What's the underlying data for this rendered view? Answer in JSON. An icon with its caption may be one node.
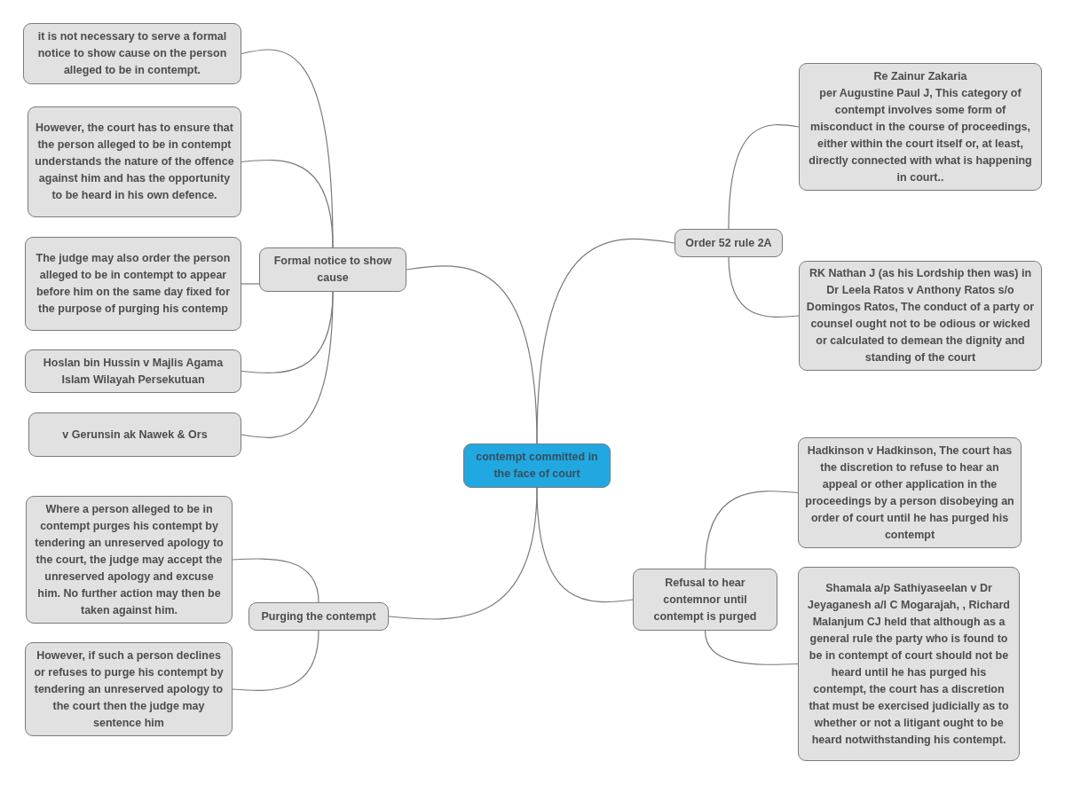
{
  "diagram": {
    "nodes": [
      {
        "text": [
          "contempt committed in the face of court"
        ]
      },
      {
        "text": [
          "Formal notice to show cause"
        ]
      },
      {
        "text": [
          "it is not necessary to serve a formal notice to show cause on the person alleged to be in contempt."
        ]
      },
      {
        "text": [
          "However, the court has to ensure that the person alleged to be in contempt understands the nature of the offence against him and has the opportunity to be heard in his own defence."
        ]
      },
      {
        "text": [
          "The judge may also order the person alleged to be in contempt to appear before him on the same day fixed for the purpose of purging his contemp"
        ]
      },
      {
        "text": [
          "Hoslan bin Hussin v Majlis Agama Islam Wilayah Persekutuan"
        ]
      },
      {
        "text": [
          "v Gerunsin ak Nawek & Ors"
        ]
      },
      {
        "text": [
          "Order 52 rule 2A"
        ]
      },
      {
        "text": [
          "Re Zainur Zakaria",
          "per Augustine Paul J, This category of contempt involves some form of misconduct in the course of proceedings, either within the court itself or, at least, directly connected with what is happening in court.."
        ]
      },
      {
        "text": [
          "RK Nathan J (as his Lordship then was) in Dr Leela Ratos v Anthony Ratos s/o Domingos Ratos, The conduct of a party or counsel ought not to be odious or wicked or calculated to demean the dignity and standing of the court"
        ]
      },
      {
        "text": [
          "Refusal to hear contemnor until contempt is purged"
        ]
      },
      {
        "text": [
          "Hadkinson v Hadkinson, The court has the discretion to refuse to hear an appeal or other application in the proceedings by a person disobeying an order of court until he has purged his contempt"
        ]
      },
      {
        "text": [
          "Shamala a/p Sathiyaseelan v Dr Jeyaganesh a/l C Mogarajah, , Richard Malanjum CJ held that although as a general rule the party who is found to be in contempt of court should not be heard until he has purged his contempt, the court has a discretion that must be exercised judicially as to whether or not a litigant ought to be heard notwithstanding his contempt."
        ]
      },
      {
        "text": [
          "Purging the contempt"
        ]
      },
      {
        "text": [
          "Where a person alleged to be in contempt purges his contempt by tendering an unreserved apology to the court, the judge may accept the unreserved apology and excuse him. No further action may then be taken against him."
        ]
      },
      {
        "text": [
          "However, if such a person declines or refuses to purge his contempt by tendering an unreserved apology to the court then the judge may sentence him"
        ]
      }
    ],
    "edges": [
      {
        "from": 0,
        "to": 1,
        "arrow": "none"
      },
      {
        "from": 1,
        "to": 2,
        "arrow": "none"
      },
      {
        "from": 1,
        "to": 3,
        "arrow": "none"
      },
      {
        "from": 1,
        "to": 4,
        "arrow": "none"
      },
      {
        "from": 1,
        "to": 5,
        "arrow": "none"
      },
      {
        "from": 1,
        "to": 6,
        "arrow": "none"
      },
      {
        "from": 0,
        "to": 7,
        "arrow": "none"
      },
      {
        "from": 7,
        "to": 8,
        "arrow": "none"
      },
      {
        "from": 7,
        "to": 9,
        "arrow": "none"
      },
      {
        "from": 0,
        "to": 10,
        "arrow": "none"
      },
      {
        "from": 10,
        "to": 11,
        "arrow": "none"
      },
      {
        "from": 10,
        "to": 12,
        "arrow": "none"
      },
      {
        "from": 0,
        "to": 13,
        "arrow": "none"
      },
      {
        "from": 13,
        "to": 14,
        "arrow": "none"
      },
      {
        "from": 13,
        "to": 15,
        "arrow": "none"
      }
    ]
  }
}
